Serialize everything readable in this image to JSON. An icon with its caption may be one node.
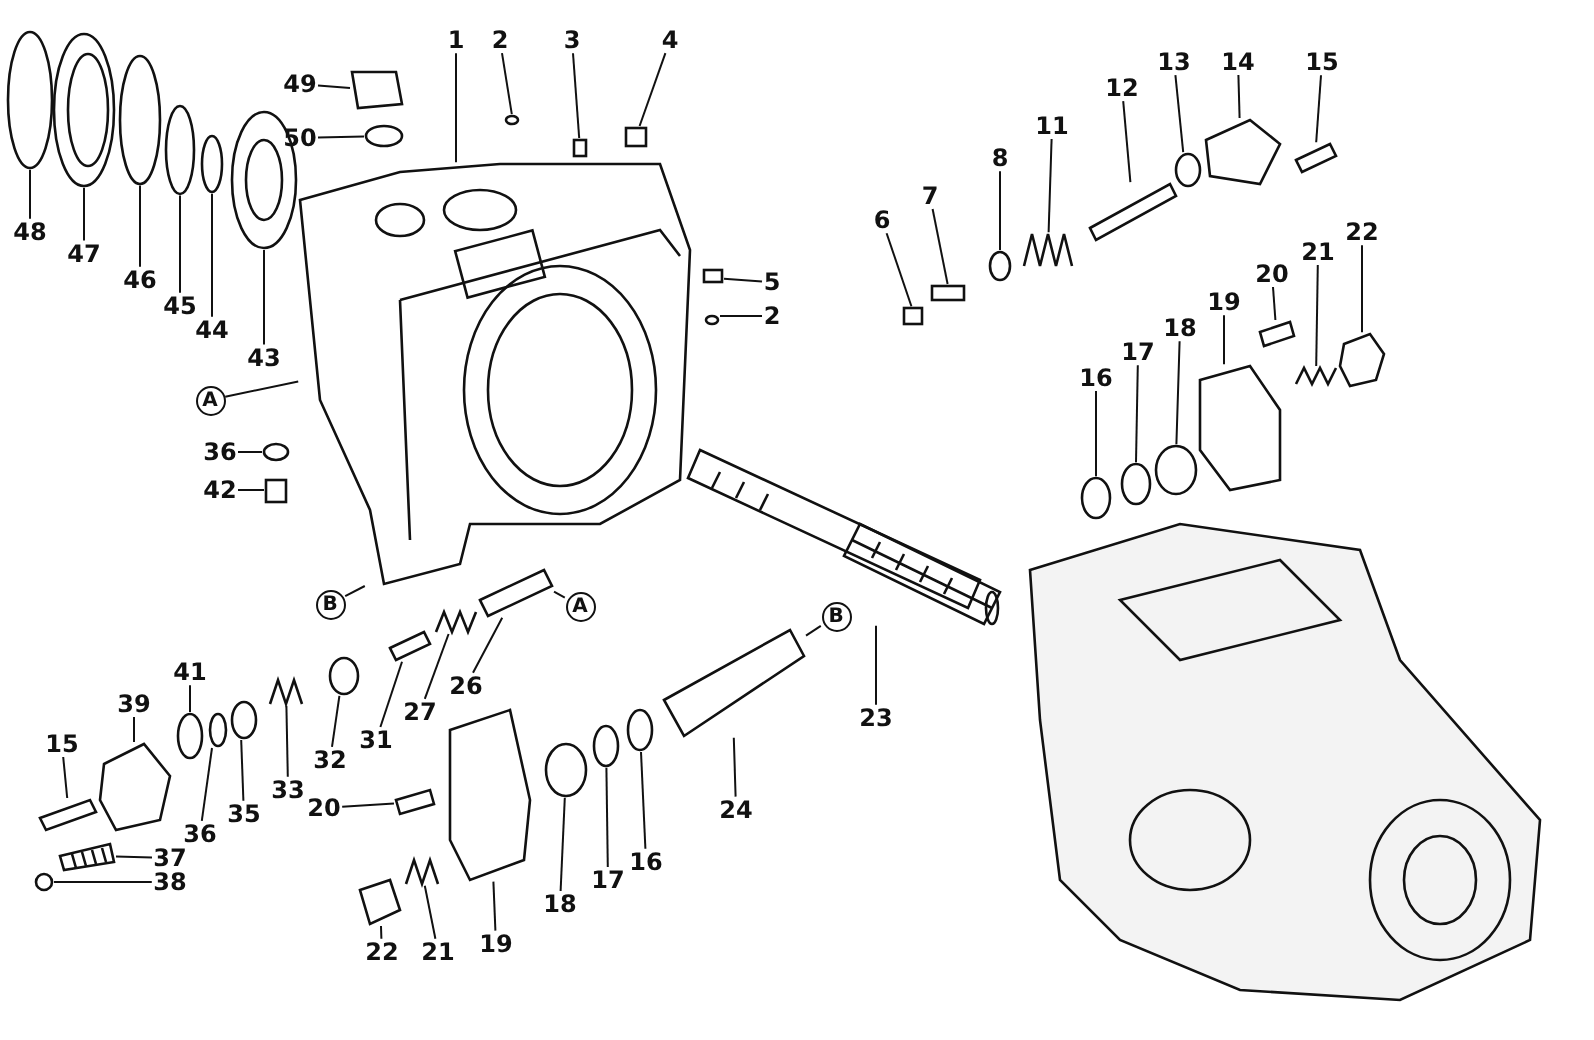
{
  "diagram": {
    "nodes": [
      {
        "text": [
          "1"
        ]
      },
      {
        "text": [
          "2"
        ]
      },
      {
        "text": [
          "3"
        ]
      },
      {
        "text": [
          "4"
        ]
      },
      {
        "text": [
          "49"
        ]
      },
      {
        "text": [
          "50"
        ]
      },
      {
        "text": [
          "48"
        ]
      },
      {
        "text": [
          "47"
        ]
      },
      {
        "text": [
          "46"
        ]
      },
      {
        "text": [
          "45"
        ]
      },
      {
        "text": [
          "44"
        ]
      },
      {
        "text": [
          "43"
        ]
      },
      {
        "text": [
          "5"
        ]
      },
      {
        "text": [
          "2"
        ]
      },
      {
        "text": [
          "6"
        ]
      },
      {
        "text": [
          "7"
        ]
      },
      {
        "text": [
          "8"
        ]
      },
      {
        "text": [
          "11"
        ]
      },
      {
        "text": [
          "12"
        ]
      },
      {
        "text": [
          "13"
        ]
      },
      {
        "text": [
          "14"
        ]
      },
      {
        "text": [
          "15"
        ]
      },
      {
        "text": [
          "22"
        ]
      },
      {
        "text": [
          "21"
        ]
      },
      {
        "text": [
          "20"
        ]
      },
      {
        "text": [
          "19"
        ]
      },
      {
        "text": [
          "18"
        ]
      },
      {
        "text": [
          "17"
        ]
      },
      {
        "text": [
          "16"
        ]
      },
      {
        "text": [
          "A"
        ]
      },
      {
        "text": [
          "36"
        ]
      },
      {
        "text": [
          "42"
        ]
      },
      {
        "text": [
          "B"
        ]
      },
      {
        "text": [
          "A"
        ]
      },
      {
        "text": [
          "26"
        ]
      },
      {
        "text": [
          "27"
        ]
      },
      {
        "text": [
          "31"
        ]
      },
      {
        "text": [
          "32"
        ]
      },
      {
        "text": [
          "33"
        ]
      },
      {
        "text": [
          "35"
        ]
      },
      {
        "text": [
          "36"
        ]
      },
      {
        "text": [
          "41"
        ]
      },
      {
        "text": [
          "39"
        ]
      },
      {
        "text": [
          "15"
        ]
      },
      {
        "text": [
          "37"
        ]
      },
      {
        "text": [
          "38"
        ]
      },
      {
        "text": [
          "20"
        ]
      },
      {
        "text": [
          "22"
        ]
      },
      {
        "text": [
          "21"
        ]
      },
      {
        "text": [
          "19"
        ]
      },
      {
        "text": [
          "18"
        ]
      },
      {
        "text": [
          "17"
        ]
      },
      {
        "text": [
          "16"
        ]
      },
      {
        "text": [
          "24"
        ]
      },
      {
        "text": [
          "23"
        ]
      },
      {
        "text": [
          "B"
        ]
      },
      {
        "text": [],
        "shape": "picture"
      },
      {
        "text": [],
        "shape": "circle"
      },
      {
        "text": [],
        "shape": "box"
      },
      {
        "text": [],
        "shape": "box"
      },
      {
        "text": [],
        "shape": "picture"
      },
      {
        "text": [],
        "shape": "circle"
      },
      {
        "text": [],
        "shape": "circle"
      },
      {
        "text": [],
        "shape": "picture"
      },
      {
        "text": [],
        "shape": "circle"
      },
      {
        "text": [],
        "shape": "circle"
      },
      {
        "text": [],
        "shape": "circle"
      },
      {
        "text": [],
        "shape": "picture"
      },
      {
        "text": [],
        "shape": "box"
      },
      {
        "text": [],
        "shape": "circle"
      },
      {
        "text": [],
        "shape": "box"
      },
      {
        "text": [],
        "shape": "box"
      },
      {
        "text": [],
        "shape": "circle"
      },
      {
        "text": [],
        "shape": "picture"
      },
      {
        "text": [],
        "shape": "picture"
      },
      {
        "text": [],
        "shape": "circle"
      },
      {
        "text": [],
        "shape": "picture"
      },
      {
        "text": [],
        "shape": "picture"
      },
      {
        "text": [],
        "shape": "picture"
      },
      {
        "text": [],
        "shape": "picture"
      },
      {
        "text": [],
        "shape": "picture"
      },
      {
        "text": [],
        "shape": "picture"
      },
      {
        "text": [],
        "shape": "circle"
      },
      {
        "text": [],
        "shape": "circle"
      },
      {
        "text": [],
        "shape": "circle"
      },
      {
        "text": [],
        "shape": "circle"
      },
      {
        "text": [],
        "shape": "box"
      },
      {
        "text": [],
        "shape": "picture"
      },
      {
        "text": [],
        "shape": "picture"
      },
      {
        "text": [],
        "shape": "picture"
      },
      {
        "text": [],
        "shape": "circle"
      },
      {
        "text": [],
        "shape": "picture"
      },
      {
        "text": [],
        "shape": "circle"
      },
      {
        "text": [],
        "shape": "circle"
      },
      {
        "text": [],
        "shape": "circle"
      },
      {
        "text": [],
        "shape": "picture"
      },
      {
        "text": [],
        "shape": "picture"
      },
      {
        "text": [],
        "shape": "picture"
      },
      {
        "text": [],
        "shape": "circle"
      },
      {
        "text": [],
        "shape": "picture"
      },
      {
        "text": [],
        "shape": "picture"
      },
      {
        "text": [],
        "shape": "picture"
      },
      {
        "text": [],
        "shape": "picture"
      },
      {
        "text": [],
        "shape": "circle"
      },
      {
        "text": [],
        "shape": "circle"
      },
      {
        "text": [],
        "shape": "circle"
      },
      {
        "text": [],
        "shape": "picture"
      },
      {
        "text": [],
        "shape": "picture"
      }
    ],
    "edges": [
      {
        "from": 0,
        "to": 56,
        "arrow": "none"
      },
      {
        "from": 1,
        "to": 57,
        "arrow": "none"
      },
      {
        "from": 2,
        "to": 58,
        "arrow": "none"
      },
      {
        "from": 3,
        "to": 59,
        "arrow": "none"
      },
      {
        "from": 4,
        "to": 60,
        "arrow": "none"
      },
      {
        "from": 5,
        "to": 61,
        "arrow": "none"
      },
      {
        "from": 6,
        "to": 62,
        "arrow": "none"
      },
      {
        "from": 7,
        "to": 63,
        "arrow": "none"
      },
      {
        "from": 8,
        "to": 64,
        "arrow": "none"
      },
      {
        "from": 9,
        "to": 65,
        "arrow": "none"
      },
      {
        "from": 10,
        "to": 66,
        "arrow": "none"
      },
      {
        "from": 11,
        "to": 67,
        "arrow": "none"
      },
      {
        "from": 12,
        "to": 68,
        "arrow": "none"
      },
      {
        "from": 13,
        "to": 69,
        "arrow": "none"
      },
      {
        "from": 14,
        "to": 70,
        "arrow": "none"
      },
      {
        "from": 15,
        "to": 71,
        "arrow": "none"
      },
      {
        "from": 16,
        "to": 72,
        "arrow": "none"
      },
      {
        "from": 17,
        "to": 73,
        "arrow": "none"
      },
      {
        "from": 18,
        "to": 74,
        "arrow": "none"
      },
      {
        "from": 19,
        "to": 75,
        "arrow": "none"
      },
      {
        "from": 20,
        "to": 76,
        "arrow": "none"
      },
      {
        "from": 21,
        "to": 77,
        "arrow": "none"
      },
      {
        "from": 22,
        "to": 78,
        "arrow": "none"
      },
      {
        "from": 23,
        "to": 79,
        "arrow": "none"
      },
      {
        "from": 24,
        "to": 80,
        "arrow": "none"
      },
      {
        "from": 25,
        "to": 81,
        "arrow": "none"
      },
      {
        "from": 26,
        "to": 82,
        "arrow": "none"
      },
      {
        "from": 27,
        "to": 83,
        "arrow": "none"
      },
      {
        "from": 28,
        "to": 84,
        "arrow": "none"
      },
      {
        "from": 29,
        "to": 56,
        "arrow": "none"
      },
      {
        "from": 30,
        "to": 85,
        "arrow": "none"
      },
      {
        "from": 31,
        "to": 86,
        "arrow": "none"
      },
      {
        "from": 32,
        "to": 56,
        "arrow": "none"
      },
      {
        "from": 33,
        "to": 87,
        "arrow": "none"
      },
      {
        "from": 34,
        "to": 87,
        "arrow": "none"
      },
      {
        "from": 35,
        "to": 88,
        "arrow": "none"
      },
      {
        "from": 36,
        "to": 89,
        "arrow": "none"
      },
      {
        "from": 37,
        "to": 90,
        "arrow": "none"
      },
      {
        "from": 38,
        "to": 91,
        "arrow": "none"
      },
      {
        "from": 39,
        "to": 92,
        "arrow": "none"
      },
      {
        "from": 40,
        "to": 93,
        "arrow": "none"
      },
      {
        "from": 41,
        "to": 94,
        "arrow": "none"
      },
      {
        "from": 42,
        "to": 95,
        "arrow": "none"
      },
      {
        "from": 43,
        "to": 96,
        "arrow": "none"
      },
      {
        "from": 44,
        "to": 97,
        "arrow": "none"
      },
      {
        "from": 45,
        "to": 98,
        "arrow": "none"
      },
      {
        "from": 46,
        "to": 99,
        "arrow": "none"
      },
      {
        "from": 47,
        "to": 100,
        "arrow": "none"
      },
      {
        "from": 48,
        "to": 101,
        "arrow": "none"
      },
      {
        "from": 49,
        "to": 102,
        "arrow": "none"
      },
      {
        "from": 50,
        "to": 103,
        "arrow": "none"
      },
      {
        "from": 51,
        "to": 104,
        "arrow": "none"
      },
      {
        "from": 52,
        "to": 105,
        "arrow": "none"
      },
      {
        "from": 53,
        "to": 106,
        "arrow": "none"
      },
      {
        "from": 54,
        "to": 107,
        "arrow": "none"
      },
      {
        "from": 55,
        "to": 106,
        "arrow": "none"
      }
    ]
  }
}
